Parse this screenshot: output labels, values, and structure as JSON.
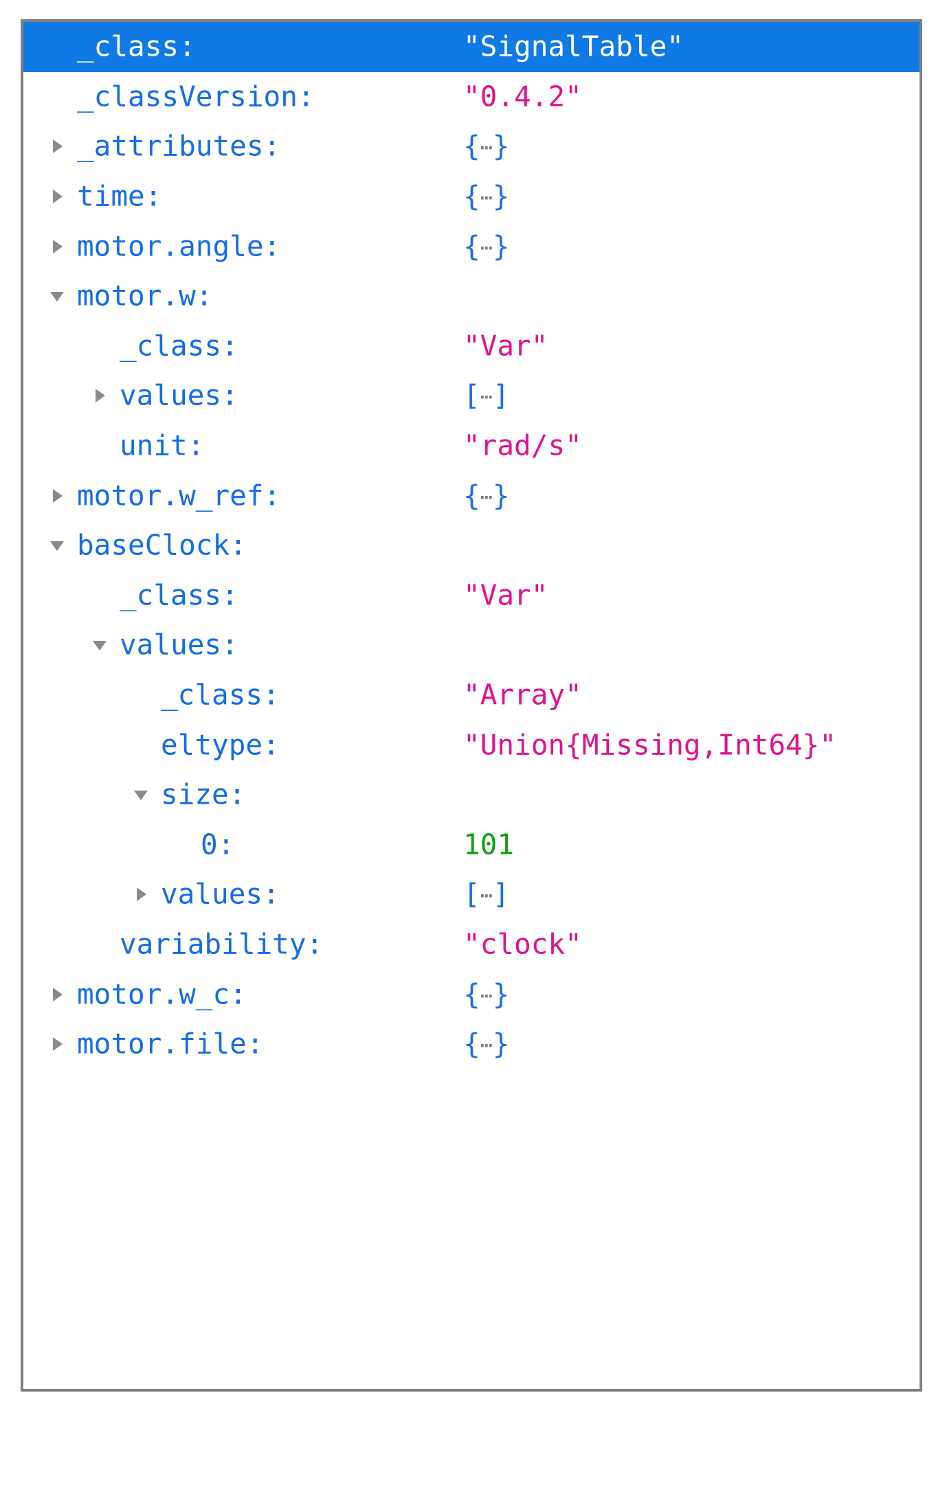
{
  "panel": {
    "name": "json-tree-inspector",
    "colors": {
      "key": "#146de8",
      "string": "#e0138f",
      "number": "#12a010",
      "bracket": "#1b6fe8",
      "selection": "#0f7ae5",
      "border": "#808080",
      "background": "#ffffff",
      "twisty": "#8a8a8a"
    },
    "selected_row_index": 0
  },
  "rows": [
    {
      "key": "_class:",
      "depth": 0,
      "twisty": "none",
      "value": "\"SignalTable\"",
      "value_type": "string",
      "selected": true
    },
    {
      "key": "_classVersion:",
      "depth": 0,
      "twisty": "none",
      "value": "\"0.4.2\"",
      "value_type": "string",
      "selected": false
    },
    {
      "key": "_attributes:",
      "depth": 0,
      "twisty": "collapsed",
      "value": "{…}",
      "value_type": "object",
      "selected": false
    },
    {
      "key": "time:",
      "depth": 0,
      "twisty": "collapsed",
      "value": "{…}",
      "value_type": "object",
      "selected": false
    },
    {
      "key": "motor.angle:",
      "depth": 0,
      "twisty": "collapsed",
      "value": "{…}",
      "value_type": "object",
      "selected": false
    },
    {
      "key": "motor.w:",
      "depth": 0,
      "twisty": "expanded",
      "value": "",
      "value_type": "none",
      "selected": false
    },
    {
      "key": "_class:",
      "depth": 1,
      "twisty": "none",
      "value": "\"Var\"",
      "value_type": "string",
      "selected": false
    },
    {
      "key": "values:",
      "depth": 1,
      "twisty": "collapsed",
      "value": "[…]",
      "value_type": "array",
      "selected": false
    },
    {
      "key": "unit:",
      "depth": 1,
      "twisty": "none",
      "value": "\"rad/s\"",
      "value_type": "string",
      "selected": false
    },
    {
      "key": "motor.w_ref:",
      "depth": 0,
      "twisty": "collapsed",
      "value": "{…}",
      "value_type": "object",
      "selected": false
    },
    {
      "key": "baseClock:",
      "depth": 0,
      "twisty": "expanded",
      "value": "",
      "value_type": "none",
      "selected": false
    },
    {
      "key": "_class:",
      "depth": 1,
      "twisty": "none",
      "value": "\"Var\"",
      "value_type": "string",
      "selected": false
    },
    {
      "key": "values:",
      "depth": 1,
      "twisty": "expanded",
      "value": "",
      "value_type": "none",
      "selected": false
    },
    {
      "key": "_class:",
      "depth": 2,
      "twisty": "none",
      "value": "\"Array\"",
      "value_type": "string",
      "selected": false
    },
    {
      "key": "eltype:",
      "depth": 2,
      "twisty": "none",
      "value": "\"Union{Missing,Int64}\"",
      "value_type": "string",
      "selected": false
    },
    {
      "key": "size:",
      "depth": 2,
      "twisty": "expanded",
      "value": "",
      "value_type": "none",
      "selected": false
    },
    {
      "key": "0:",
      "depth": 3,
      "twisty": "none",
      "value": "101",
      "value_type": "number",
      "selected": false
    },
    {
      "key": "values:",
      "depth": 2,
      "twisty": "collapsed",
      "value": "[…]",
      "value_type": "array",
      "selected": false
    },
    {
      "key": "variability:",
      "depth": 1,
      "twisty": "none",
      "value": "\"clock\"",
      "value_type": "string",
      "selected": false
    },
    {
      "key": "motor.w_c:",
      "depth": 0,
      "twisty": "collapsed",
      "value": "{…}",
      "value_type": "object",
      "selected": false
    },
    {
      "key": "motor.file:",
      "depth": 0,
      "twisty": "collapsed",
      "value": "{…}",
      "value_type": "object",
      "selected": false
    }
  ]
}
